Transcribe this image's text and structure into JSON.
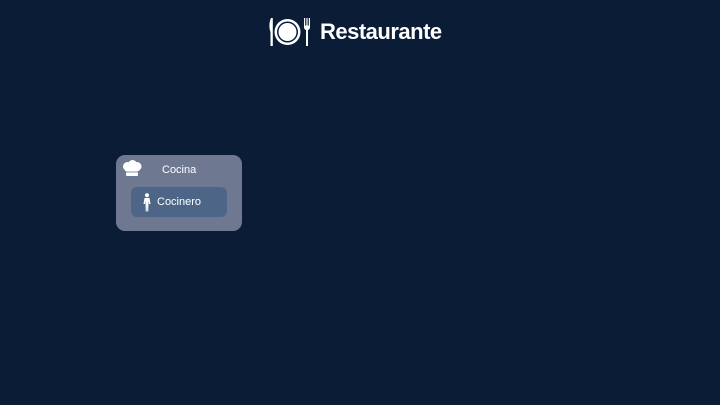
{
  "header": {
    "title": "Restaurante",
    "icon": "plate-with-cutlery-icon"
  },
  "kitchen": {
    "label": "Cocina",
    "icon": "chef-hat-icon",
    "items": [
      {
        "label": "Cocinero",
        "icon": "person-icon"
      }
    ]
  },
  "colors": {
    "background": "#0a1c36",
    "card": "#6e7891",
    "item": "#4d6688",
    "text": "#ffffff"
  }
}
